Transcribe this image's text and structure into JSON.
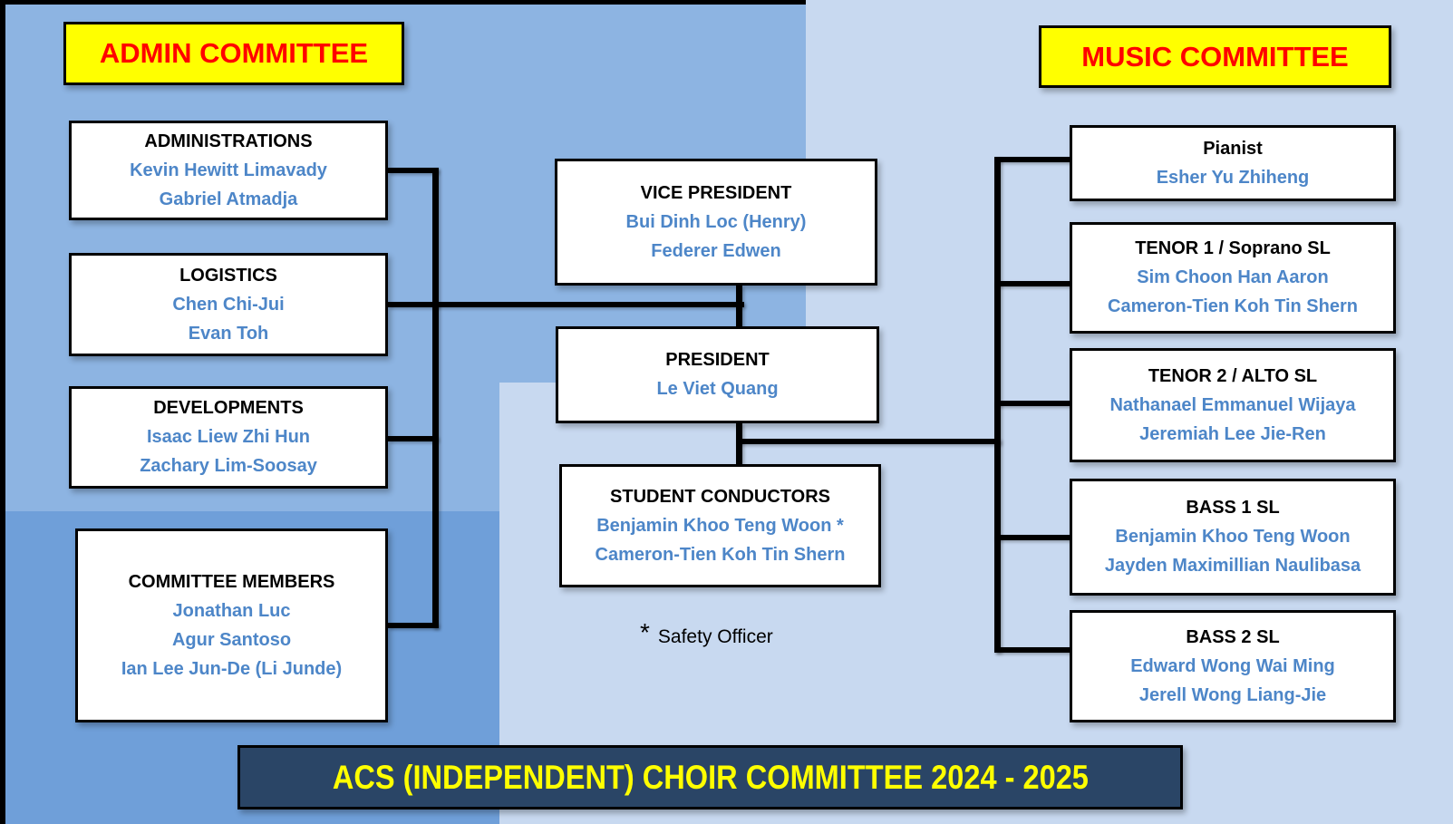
{
  "admin": {
    "header": "ADMIN COMMITTEE",
    "boxes": [
      {
        "title": "ADMINISTRATIONS",
        "members": [
          "Kevin Hewitt Limavady",
          "Gabriel Atmadja"
        ]
      },
      {
        "title": "LOGISTICS",
        "members": [
          "Chen Chi-Jui",
          "Evan Toh"
        ]
      },
      {
        "title": "DEVELOPMENTS",
        "members": [
          "Isaac Liew Zhi Hun",
          "Zachary Lim-Soosay"
        ]
      },
      {
        "title": "COMMITTEE MEMBERS",
        "members": [
          "Jonathan Luc",
          "Agur Santoso",
          "Ian Lee Jun-De (Li Junde)"
        ]
      }
    ]
  },
  "center": {
    "boxes": [
      {
        "title": "VICE PRESIDENT",
        "members": [
          "Bui Dinh Loc (Henry)",
          "Federer Edwen"
        ]
      },
      {
        "title": "PRESIDENT",
        "members": [
          "Le Viet Quang"
        ]
      },
      {
        "title": "STUDENT CONDUCTORS",
        "members": [
          "Benjamin Khoo Teng Woon *",
          "Cameron-Tien Koh Tin Shern"
        ]
      }
    ],
    "footnote_symbol": "*",
    "footnote_text": "Safety Officer"
  },
  "music": {
    "header": "MUSIC COMMITTEE",
    "boxes": [
      {
        "title": "Pianist",
        "members": [
          "Esher Yu Zhiheng"
        ]
      },
      {
        "title": "TENOR 1 / Soprano SL",
        "members": [
          "Sim Choon Han Aaron",
          "Cameron-Tien Koh Tin Shern"
        ]
      },
      {
        "title": "TENOR 2 / ALTO SL",
        "members": [
          "Nathanael Emmanuel Wijaya",
          "Jeremiah Lee Jie-Ren"
        ]
      },
      {
        "title": "BASS 1 SL",
        "members": [
          "Benjamin Khoo Teng Woon",
          "Jayden Maximillian Naulibasa"
        ]
      },
      {
        "title": "BASS 2 SL",
        "members": [
          "Edward Wong Wai Ming",
          "Jerell Wong Liang-Jie"
        ]
      }
    ]
  },
  "banner": {
    "title": "ACS (INDEPENDENT) CHOIR COMMITTEE 2024 - 2025"
  },
  "colors": {
    "background_medium_blue": "#8DB4E2",
    "background_light_blue": "#C8D9F0",
    "background_dark_blue": "#6F9FD9",
    "header_background": "#FFFF00",
    "header_text": "#FF0000",
    "member_name_blue": "#4D86C8",
    "box_title_black": "#000000",
    "banner_background": "#2A4566",
    "banner_text": "#FFFF00",
    "connector_black": "#000000"
  }
}
